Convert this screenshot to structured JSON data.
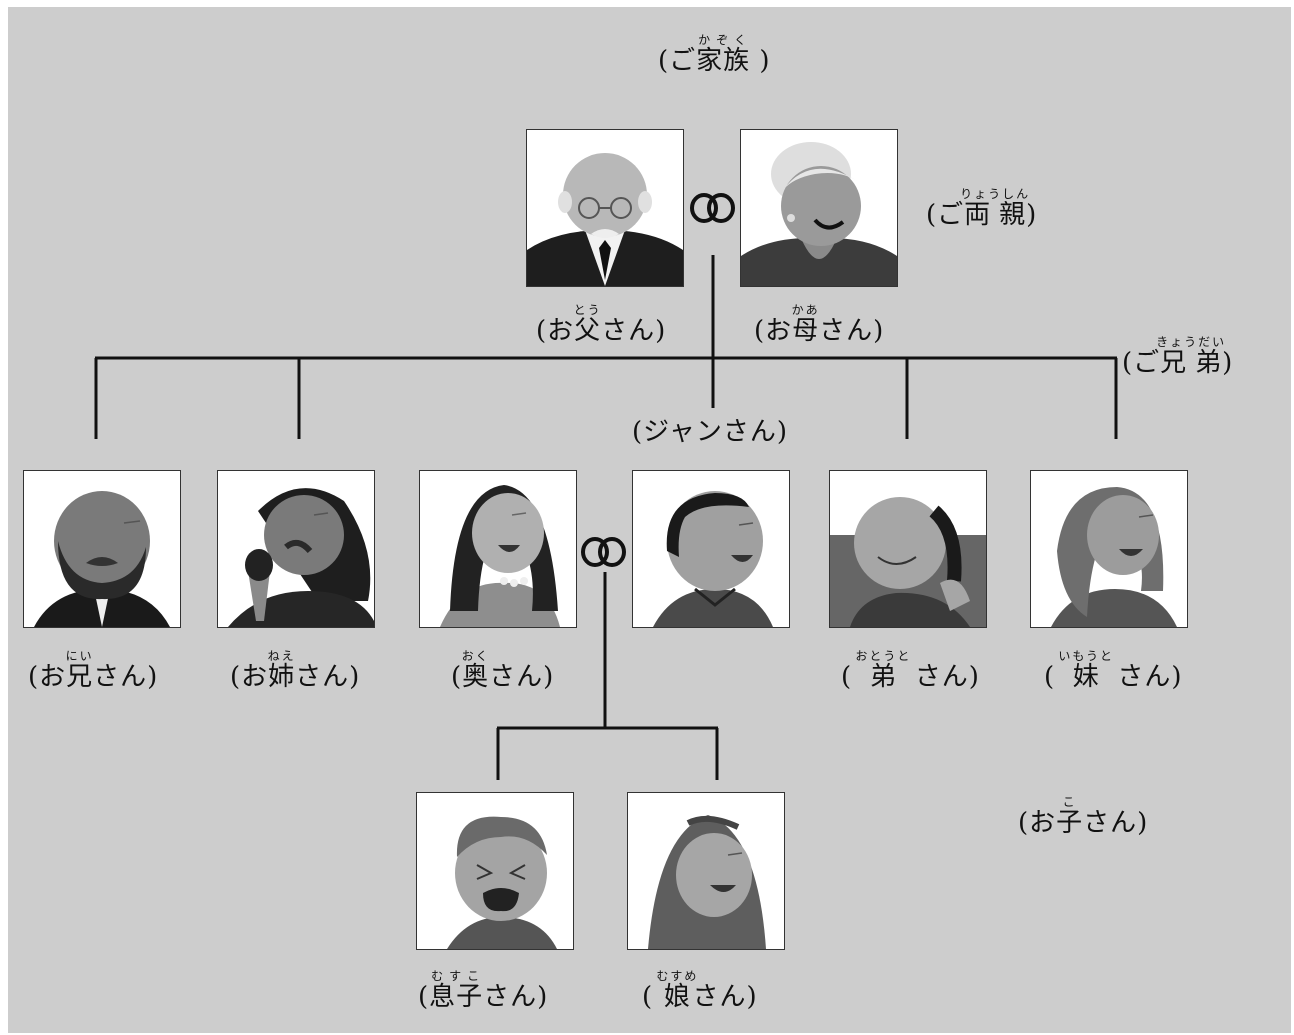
{
  "title": {
    "pre": "(ご",
    "kanji": "家族",
    "ruby": "かぞく",
    "post": " )"
  },
  "groups": {
    "parents": {
      "pre": "(ご",
      "kanji": "両親",
      "ruby": "りょうしん",
      "post": ")"
    },
    "siblings": {
      "pre": "(ご",
      "kanji": "兄弟",
      "ruby": "きょうだい",
      "post": ")"
    },
    "children": {
      "pre": "(お",
      "kanji": "子",
      "ruby": "こ",
      "post": "さん)"
    }
  },
  "self_label": "(ジャンさん)",
  "people": {
    "father": {
      "pre": "(お",
      "kanji": "父",
      "ruby": "とう",
      "post": "さん)"
    },
    "mother": {
      "pre": "(お",
      "kanji": "母",
      "ruby": "かあ",
      "post": "さん)"
    },
    "older_brother": {
      "pre": "(お",
      "kanji": "兄",
      "ruby": "にい",
      "post": "さん)"
    },
    "older_sister": {
      "pre": "(お",
      "kanji": "姉",
      "ruby": "ねえ",
      "post": "さん)"
    },
    "wife": {
      "pre": "(",
      "kanji": "奥",
      "ruby": "おく",
      "post": "さん)"
    },
    "younger_brother": {
      "pre": "( ",
      "kanji": "弟",
      "ruby": "おとうと",
      "post": " さん)"
    },
    "younger_sister": {
      "pre": "( ",
      "kanji": "妹",
      "ruby": "いもうと",
      "post": " さん)"
    },
    "son": {
      "pre": "(",
      "kanji": "息子",
      "ruby": "むすこ",
      "post": "さん)"
    },
    "daughter": {
      "pre": "( ",
      "kanji": "娘",
      "ruby": "むすめ",
      "post": "さん)"
    }
  },
  "colors": {
    "background": "#cdcdcd",
    "line": "#111111",
    "card": "#ffffff"
  }
}
